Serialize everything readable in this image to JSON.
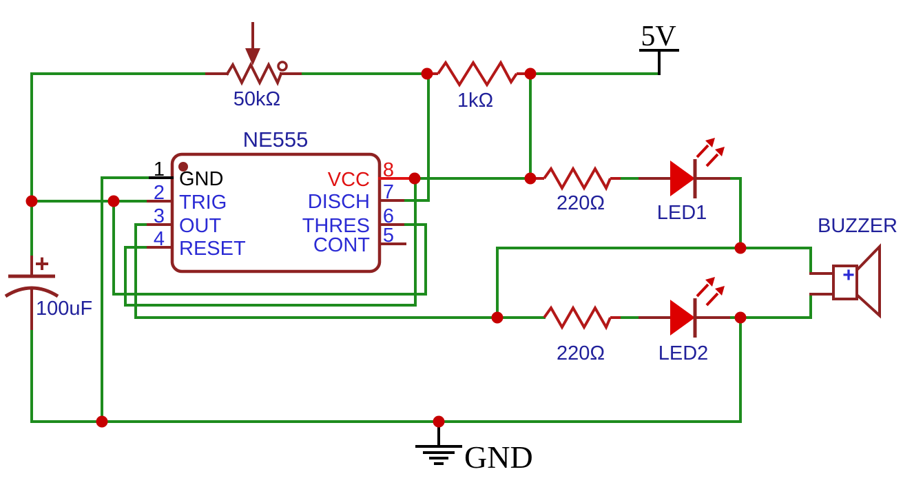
{
  "schematic": {
    "ic": {
      "title": "NE555",
      "left_pins": [
        {
          "num": "1",
          "name": "GND"
        },
        {
          "num": "2",
          "name": "TRIG"
        },
        {
          "num": "3",
          "name": "OUT"
        },
        {
          "num": "4",
          "name": "RESET"
        }
      ],
      "right_pins": [
        {
          "num": "8",
          "name": "VCC"
        },
        {
          "num": "7",
          "name": "DISCH"
        },
        {
          "num": "6",
          "name": "THRES"
        },
        {
          "num": "5",
          "name": "CONT"
        }
      ]
    },
    "labels": {
      "potentiometer": "50kΩ",
      "r_top": "1kΩ",
      "r_led1": "220Ω",
      "r_led2": "220Ω",
      "led1": "LED1",
      "led2": "LED2",
      "capacitor": "100uF",
      "capacitor_polarity": "+",
      "buzzer": "BUZZER",
      "buzzer_polarity": "+",
      "power": "5V",
      "ground": "GND"
    },
    "colors": {
      "wire_green": "#1e8c1e",
      "component_maroon": "#8e2222",
      "resistor_bright": "#b31818",
      "bright_red": "#c60000",
      "led_red": "#dd0000",
      "vcc_red": "#e01212",
      "label_navy": "#21219b",
      "pin_blue": "#2a2ad4",
      "text_black": "#000000"
    }
  }
}
